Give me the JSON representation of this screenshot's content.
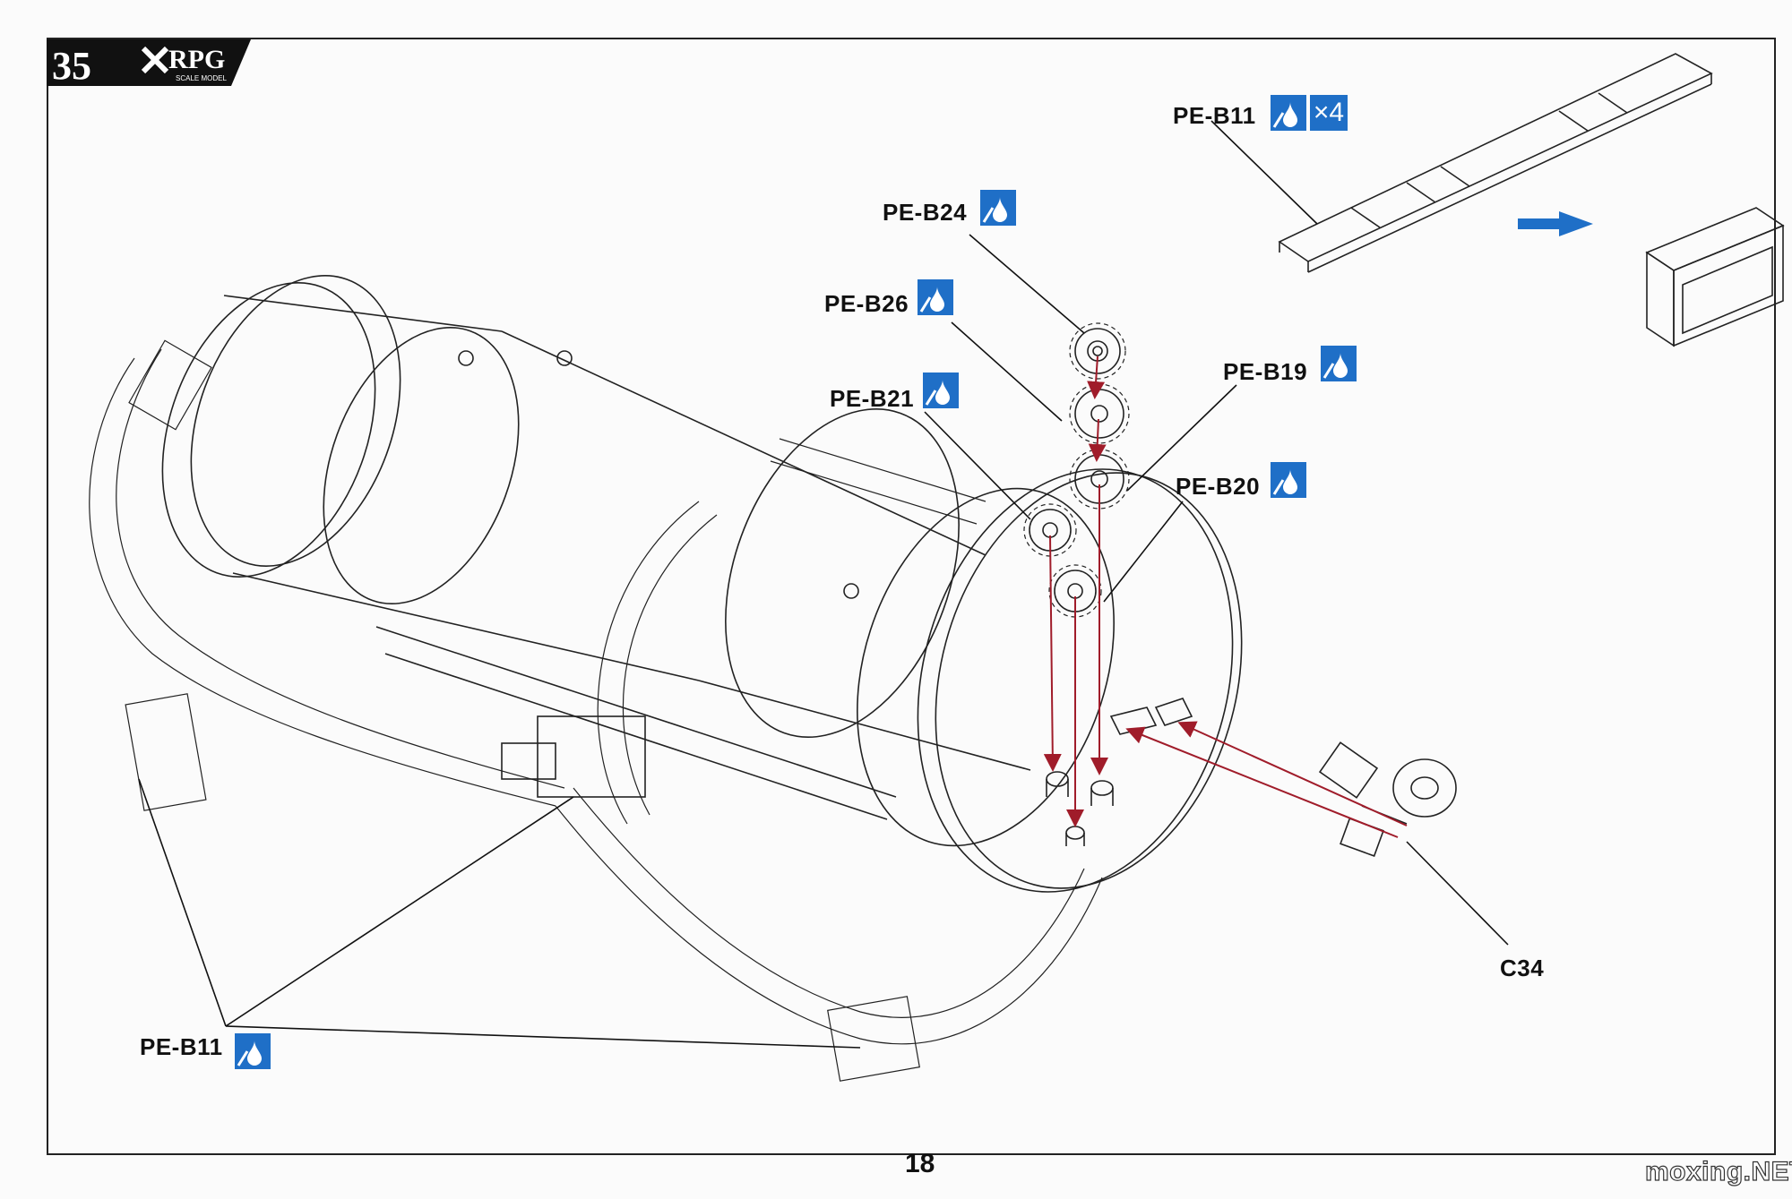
{
  "header": {
    "scale": "35",
    "brand": "RPG",
    "brand_sub": "SCALE MODEL"
  },
  "callouts": {
    "pe_b11_top": "PE-B11",
    "pe_b11_top_qty": "×4",
    "pe_b24": "PE-B24",
    "pe_b26": "PE-B26",
    "pe_b21": "PE-B21",
    "pe_b19": "PE-B19",
    "pe_b20": "PE-B20",
    "c34": "C34",
    "pe_b11_bottom": "PE-B11"
  },
  "glue_icon": "glue-drop-icon",
  "colors": {
    "glue_blue": "#1f6fc7",
    "arrow_red": "#a01c2a",
    "arrow_blue": "#1f6fc7",
    "line": "#222222"
  },
  "footer": {
    "page_number": "18",
    "watermark": "moxing.NET"
  }
}
